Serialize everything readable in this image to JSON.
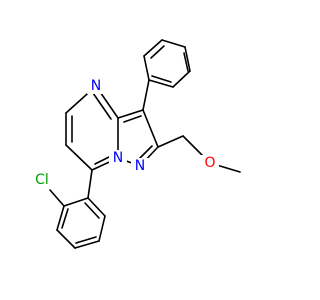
{
  "molecule": {
    "atoms": {
      "n_pyrimidine": {
        "text": "N",
        "color": "#0000ff"
      },
      "n_bridge": {
        "text": "N",
        "color": "#0000ff"
      },
      "n_pyrazole": {
        "text": "N",
        "color": "#0000ff"
      },
      "o_ether": {
        "text": "O",
        "color": "#ff0000"
      },
      "cl": {
        "text": "Cl",
        "color": "#00a000"
      }
    }
  }
}
